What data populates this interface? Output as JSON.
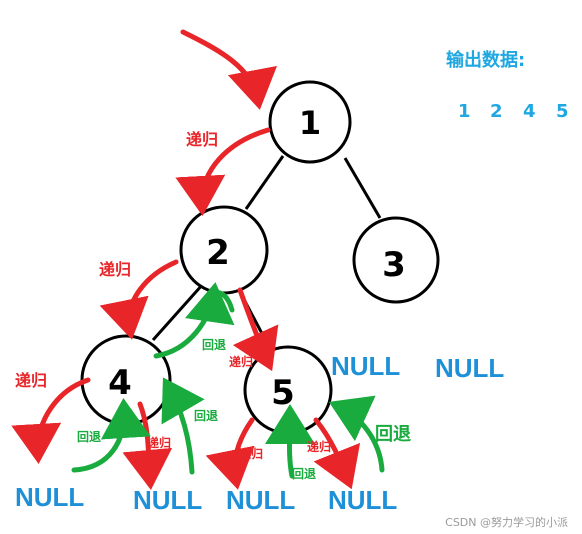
{
  "output_label": "输出数据:",
  "output_values": [
    "1",
    "2",
    "4",
    "5"
  ],
  "nodes": {
    "n1": "1",
    "n2": "2",
    "n3": "3",
    "n4": "4",
    "n5": "5"
  },
  "null_labels": {
    "n3_left": "NULL",
    "n3_right": "NULL",
    "n4_left": "NULL",
    "n4_right": "NULL",
    "n5_left": "NULL",
    "n5_right": "NULL"
  },
  "annotations": {
    "recurse": "递归",
    "backtrack": "回退"
  },
  "watermark": "CSDN @努力学习的小派",
  "colors": {
    "recurse": "#e8262a",
    "backtrack": "#1aab3f",
    "null": "#1e90d8",
    "node_stroke": "#000000"
  }
}
